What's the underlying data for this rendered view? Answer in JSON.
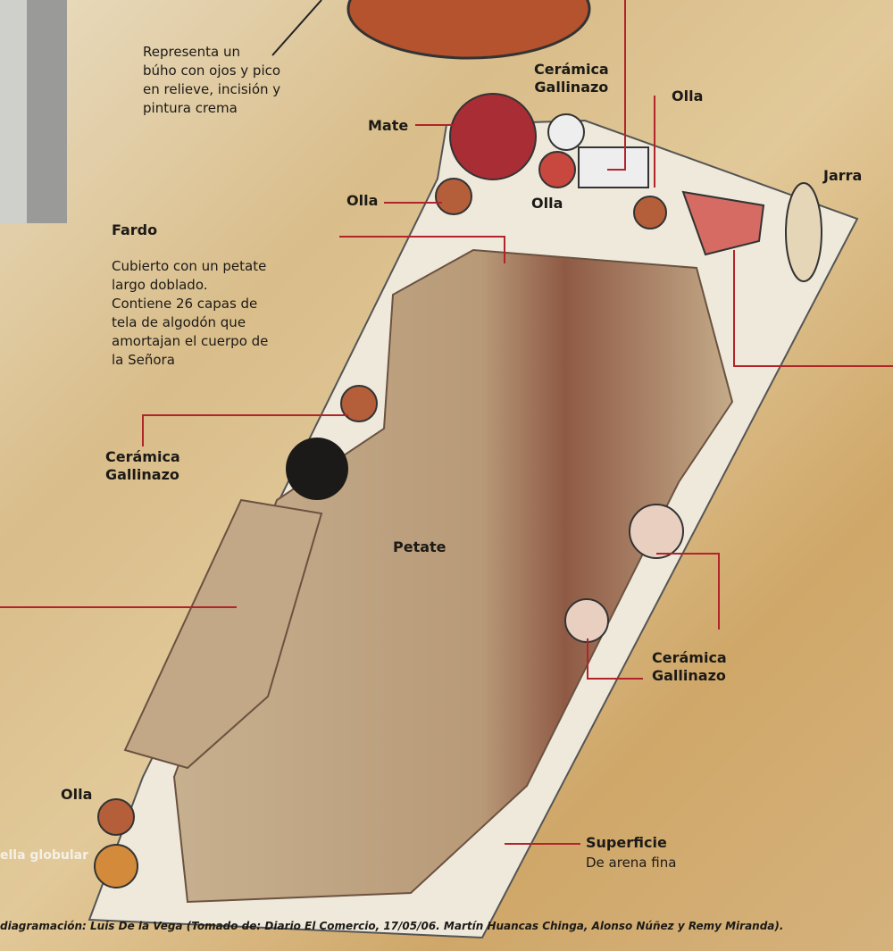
{
  "owl_note": [
    "Representa un",
    "búho con ojos y pico",
    "en relieve, incisión y",
    "pintura crema"
  ],
  "labels": {
    "ceramica_top": [
      "Cerámica",
      "Gallinazo"
    ],
    "olla_top_right": "Olla",
    "mate": "Mate",
    "olla_left": "Olla",
    "olla_center": "Olla",
    "jarra": "Jarra",
    "ceramica_left": [
      "Cerámica",
      "Gallinazo"
    ],
    "petate": "Petate",
    "ceramica_right": [
      "Cerámica",
      "Gallinazo"
    ],
    "olla_bottom": "Olla",
    "botella": "ella globular"
  },
  "fardo": {
    "title": "Fardo",
    "lines": [
      "Cubierto con un petate",
      "largo doblado.",
      "Contiene 26 capas de",
      "tela de algodón que",
      "amortajan el cuerpo de",
      "la Señora"
    ]
  },
  "superficie": {
    "title": "Superficie",
    "subtitle": "De arena fina"
  },
  "caption": "diagramación: Luis De la Vega (Tomado de: Diario El Comercio, 17/05/06. Martín Huancas Chinga, Alonso Núñez y Remy Miranda).",
  "colors": {
    "leader": "#b0242a",
    "sand": "#efe9dc",
    "petate": "#bfa685"
  }
}
